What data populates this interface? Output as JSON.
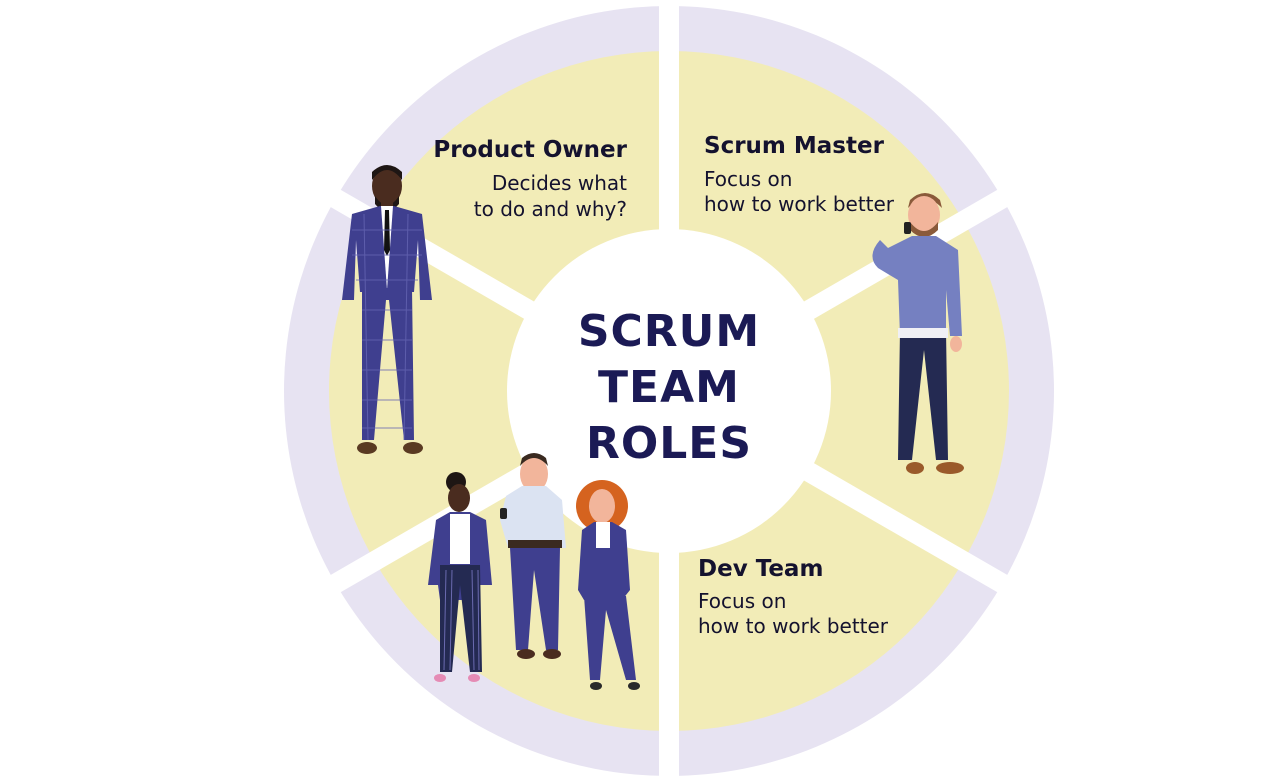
{
  "colors": {
    "outer_ring": "#e7e3f2",
    "inner_ring": "#f2ecb7",
    "center": "#ffffff",
    "title_text": "#1b1a55",
    "body_text": "#14122e",
    "suit": "#3f3f8f",
    "sweater": "#7580c1",
    "skin_dark": "#4a2c1f",
    "skin_light": "#f2b59b",
    "hair_orange": "#d5631f"
  },
  "center": {
    "line1": "SCRUM",
    "line2": "TEAM",
    "line3": "ROLES"
  },
  "roles": {
    "product_owner": {
      "title": "Product Owner",
      "desc_line1": "Decides what",
      "desc_line2": "to do and why?"
    },
    "scrum_master": {
      "title": "Scrum Master",
      "desc_line1": "Focus on",
      "desc_line2": "how to work better"
    },
    "dev_team": {
      "title": "Dev Team",
      "desc_line1": "Focus on",
      "desc_line2": "how to work better"
    }
  },
  "icons": {
    "product_owner_figure": "man-in-plaid-suit-icon",
    "scrum_master_figure": "man-on-phone-icon",
    "dev_team_figures": "three-people-group-icon"
  }
}
